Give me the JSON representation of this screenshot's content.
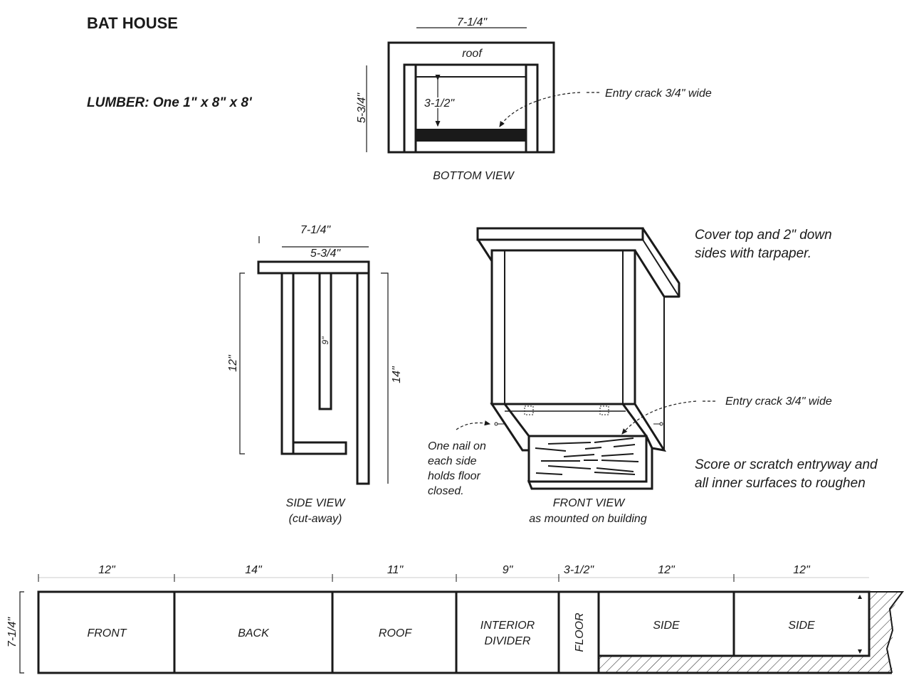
{
  "title": "BAT HOUSE",
  "lumber": "LUMBER: One 1\" x 8\" x 8'",
  "bottom_view": {
    "caption": "BOTTOM VIEW",
    "width_dim": "7-1/4\"",
    "height_dim": "5-3/4\"",
    "roof_label": "roof",
    "inner_dim": "3-1/2\"",
    "entry_note": "Entry crack 3/4\" wide"
  },
  "side_view": {
    "caption": "SIDE VIEW",
    "subcaption": "(cut-away)",
    "roof_dim": "7-1/4\"",
    "inner_dim": "5-3/4\"",
    "front_dim": "12\"",
    "back_dim": "14\"",
    "divider_dim": "9\""
  },
  "front_view": {
    "caption": "FRONT VIEW",
    "subcaption": "as mounted on building",
    "tarpaper_note": [
      "Cover top and 2\" down",
      "sides with tarpaper."
    ],
    "entry_note": "Entry crack 3/4\" wide",
    "nail_note": [
      "One nail on",
      "each side",
      "holds floor",
      "closed."
    ],
    "score_note": [
      "Score or scratch entryway and",
      "all inner surfaces to roughen"
    ]
  },
  "cut_layout": {
    "board_width_dim": "7-1/4\"",
    "pieces": [
      {
        "label": "FRONT",
        "dim": "12\""
      },
      {
        "label": "BACK",
        "dim": "14\""
      },
      {
        "label": "ROOF",
        "dim": "11\""
      },
      {
        "label": [
          "INTERIOR",
          "DIVIDER"
        ],
        "dim": "9\""
      },
      {
        "label": "FLOOR",
        "dim": "3-1/2\""
      },
      {
        "label": "SIDE",
        "dim": "12\""
      },
      {
        "label": "SIDE",
        "dim": "12\""
      }
    ]
  }
}
